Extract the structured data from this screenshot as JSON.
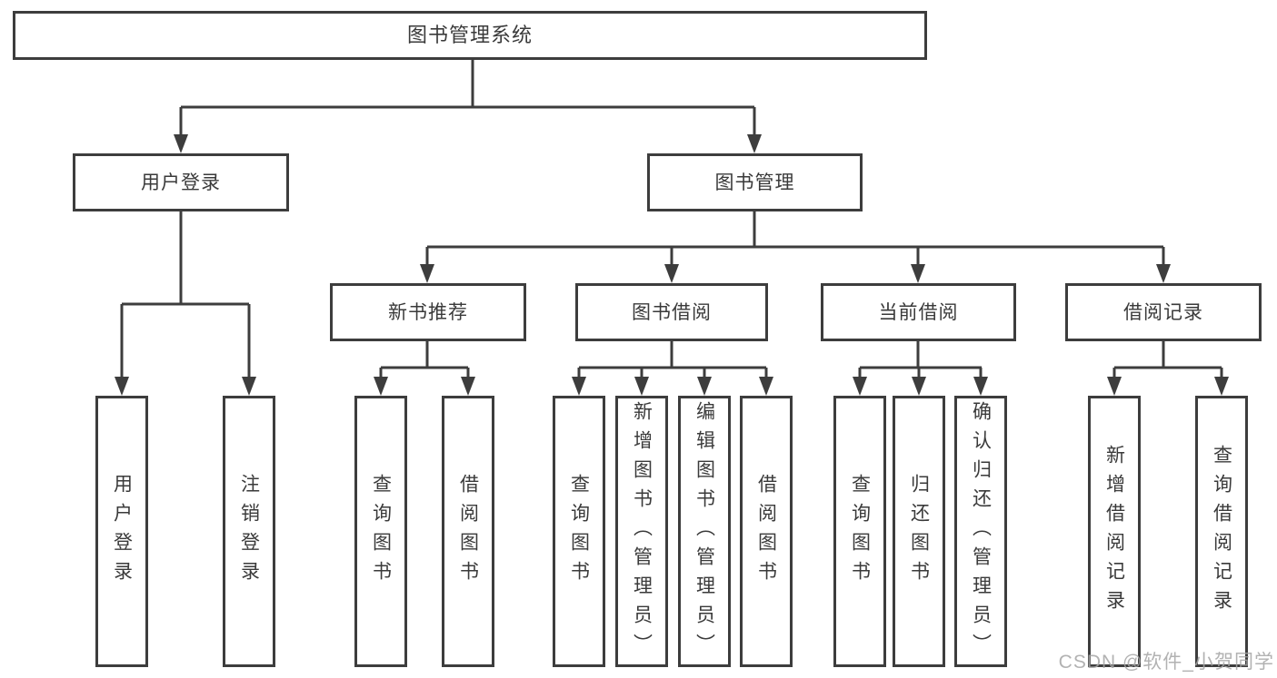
{
  "diagram": {
    "root": {
      "label": "图书管理系统"
    },
    "level2": [
      {
        "label": "用户登录"
      },
      {
        "label": "图书管理"
      }
    ],
    "level3": [
      {
        "label": "新书推荐"
      },
      {
        "label": "图书借阅"
      },
      {
        "label": "当前借阅"
      },
      {
        "label": "借阅记录"
      }
    ],
    "leaves": {
      "user_login": [
        "用户登录",
        "注销登录"
      ],
      "new_book_rec": [
        "查询图书",
        "借阅图书"
      ],
      "book_borrow": [
        "查询图书",
        "新增图书（管理员）",
        "编辑图书（管理员）",
        "借阅图书"
      ],
      "current_borrow": [
        "查询图书",
        "归还图书",
        "确认归还（管理员）"
      ],
      "borrow_records": [
        "新增借阅记录",
        "查询借阅记录"
      ]
    }
  },
  "watermark": "CSDN @软件_小贺同学",
  "colors": {
    "line": "#3d3d3d",
    "text": "#3a3a3a",
    "watermark": "#a4a4a4",
    "background": "#ffffff"
  }
}
